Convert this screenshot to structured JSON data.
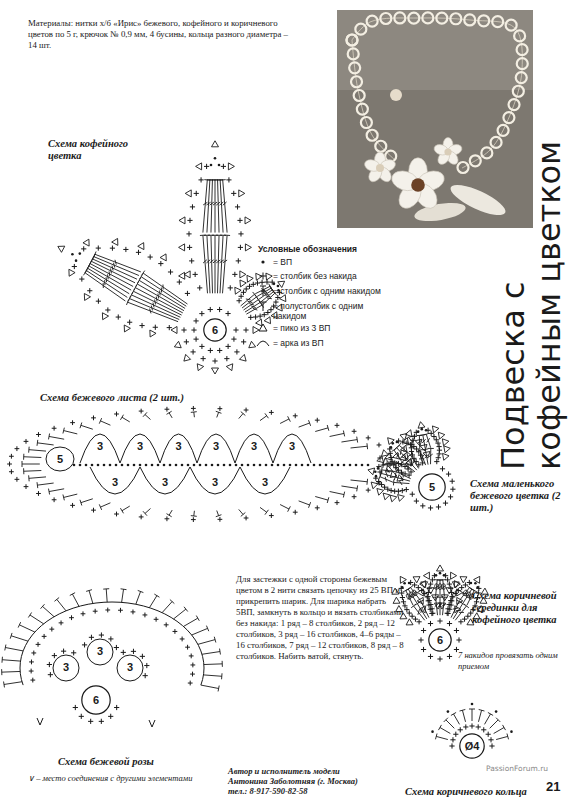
{
  "diagram": {
    "title": "Подвеска с кофейным цветком",
    "nodes": [
      {
        "text": [
          "6"
        ]
      },
      {
        "text": [
          "5"
        ]
      },
      {
        "text": [
          "6"
        ]
      },
      {
        "text": [
          "6"
        ]
      },
      {
        "text": [
          "Ø4"
        ]
      }
    ],
    "labels": [
      "Материалы: нитки х/б «Ирис» бежевого, кофейного и коричневого цветов по 5 г, крючок № 0,9 мм, 4 бусины, кольца разного диаметра – 14 шт.",
      "Схема кофейного цветка",
      "Условные обозначения",
      "Схема бежевого листа (2 шт.)",
      "5",
      "3",
      "3",
      "3",
      "3",
      "3",
      "3",
      "3",
      "3",
      "3",
      "3",
      "Схема маленького бежевого цветка (2 шт.)",
      "Схема коричневой серединки для кофейного цветка",
      "7 накидов провязать одним приемом",
      "Для застежки с одной стороны бежевым цветом в 2 нити связать цепочку из 25 ВП и прикрепить шарик. Для шарика набрать 5ВП, замкнуть в кольцо и вязать столбиками без накида: 1 ряд – 8 столбиков, 2 ряд – 12 столбиков, 3 ряд – 16 столбиков, 4–6 ряды – 16 столбиков, 7 ряд – 12 столбиков, 8 ряд – 8 столбиков. Набить ватой, стянуть.",
      "3",
      "3",
      "3",
      "Схема бежевой розы",
      "∨ – место соединения с другими элементами",
      "Автор и исполнитель модели Антонина Заболотняя (г. Москва) тел.: 8-917-590-82-58",
      "Схема коричневого кольца",
      "21",
      "PassionForum.ru"
    ],
    "legend": [
      {
        "text": "= ВП"
      },
      {
        "text": "= столбик без накида"
      },
      {
        "text": "= столбик с одним накидом"
      },
      {
        "text": "= полустолбик с одним накидом"
      },
      {
        "text": "= пико из 3 ВП"
      },
      {
        "text": "= арка из ВП"
      }
    ]
  }
}
